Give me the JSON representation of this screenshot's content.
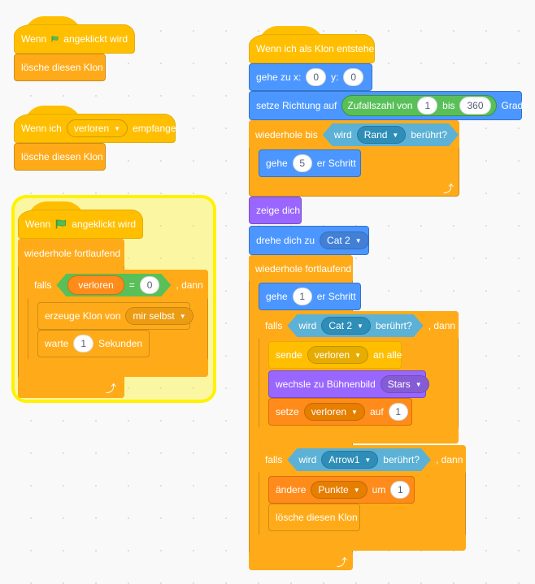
{
  "colors": {
    "events": "#ffbf00",
    "control": "#ffab19",
    "motion": "#4c97ff",
    "looks": "#9966ff",
    "variables": "#ff8c1a",
    "sensing": "#5cb1d6",
    "operators": "#59c059",
    "highlight": "#fff200"
  },
  "script1": {
    "hat_a": "Wenn",
    "hat_b": "angeklickt wird",
    "delete": "lösche diesen Klon"
  },
  "script2": {
    "hat_a": "Wenn ich",
    "message": "verloren",
    "hat_b": "empfange",
    "delete": "lösche diesen Klon"
  },
  "script3": {
    "hat_a": "Wenn",
    "hat_b": "angeklickt wird",
    "forever": "wiederhole fortlaufend",
    "if": "falls",
    "var": "verloren",
    "eq": "=",
    "eq_value": "0",
    "then": ", dann",
    "clone": "erzeuge Klon von",
    "clone_target": "mir selbst",
    "wait": "warte",
    "wait_value": "1",
    "seconds": "Sekunden"
  },
  "script4": {
    "hat": "Wenn ich als Klon entstehe",
    "goto": "gehe zu x:",
    "x": "0",
    "y_label": "y:",
    "y": "0",
    "point": "setze Richtung auf",
    "random": "Zufallszahl von",
    "r_from": "1",
    "r_to_label": "bis",
    "r_to": "360",
    "degrees": "Grad",
    "repeat_until": "wiederhole bis",
    "touching_a": "wird",
    "edge": "Rand",
    "touching_b": "berührt?",
    "move": "gehe",
    "move_steps": "5",
    "steps": "er Schritt",
    "show": "zeige dich",
    "point_towards": "drehe dich zu",
    "cat": "Cat 2",
    "forever": "wiederhole fortlaufend",
    "move2_steps": "1",
    "if": "falls",
    "then": ", dann",
    "broadcast": "sende",
    "message": "verloren",
    "to_all": "an alle",
    "switch_backdrop": "wechsle zu Bühnenbild",
    "backdrop": "Stars",
    "set": "setze",
    "set_var": "verloren",
    "to": "auf",
    "set_value": "1",
    "arrow": "Arrow1",
    "change": "ändere",
    "points": "Punkte",
    "by": "um",
    "change_value": "1",
    "delete": "lösche diesen Klon"
  }
}
